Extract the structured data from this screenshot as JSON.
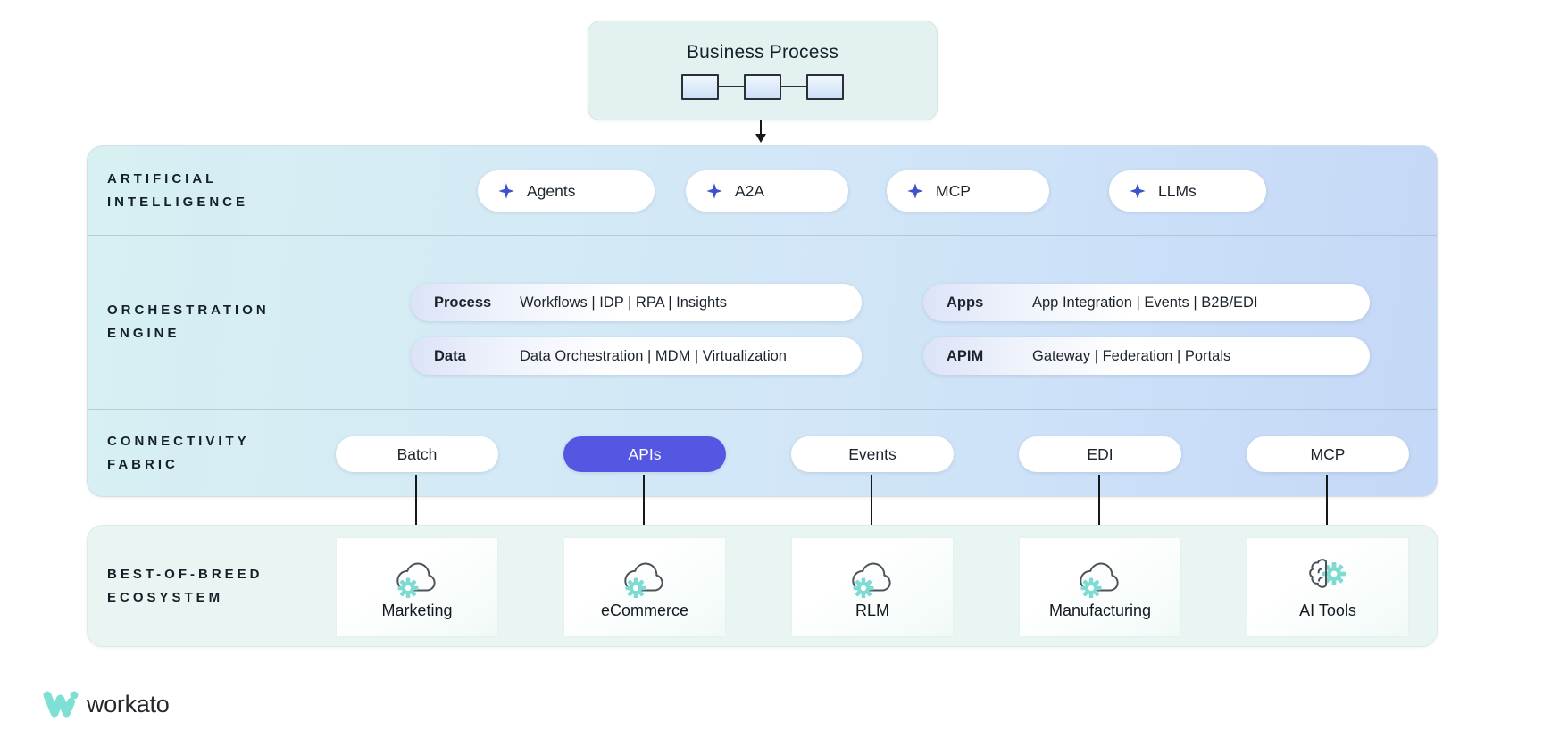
{
  "business_process": {
    "title": "Business Process"
  },
  "layers": {
    "ai": {
      "label_line1": "ARTIFICIAL",
      "label_line2": "INTELLIGENCE",
      "pills": [
        {
          "label": "Agents",
          "icon": "sparkle-icon"
        },
        {
          "label": "A2A",
          "icon": "sparkle-icon"
        },
        {
          "label": "MCP",
          "icon": "sparkle-icon"
        },
        {
          "label": "LLMs",
          "icon": "sparkle-icon"
        }
      ]
    },
    "orchestration": {
      "label_line1": "ORCHESTRATION",
      "label_line2": "ENGINE",
      "pills": [
        {
          "tag": "Process",
          "text": "Workflows | IDP | RPA | Insights"
        },
        {
          "tag": "Apps",
          "text": "App Integration | Events | B2B/EDI"
        },
        {
          "tag": "Data",
          "text": "Data Orchestration | MDM | Virtualization"
        },
        {
          "tag": "APIM",
          "text": "Gateway | Federation | Portals"
        }
      ]
    },
    "connectivity": {
      "label_line1": "CONNECTIVITY",
      "label_line2": "FABRIC",
      "pills": [
        {
          "label": "Batch",
          "active": false
        },
        {
          "label": "APIs",
          "active": true
        },
        {
          "label": "Events",
          "active": false
        },
        {
          "label": "EDI",
          "active": false
        },
        {
          "label": "MCP",
          "active": false
        }
      ]
    },
    "ecosystem": {
      "label_line1": "BEST-OF-BREED",
      "label_line2": "ECOSYSTEM",
      "cards": [
        {
          "label": "Marketing",
          "icon": "cloud-gear-icon"
        },
        {
          "label": "eCommerce",
          "icon": "cloud-gear-icon"
        },
        {
          "label": "RLM",
          "icon": "cloud-gear-icon"
        },
        {
          "label": "Manufacturing",
          "icon": "cloud-gear-icon"
        },
        {
          "label": "AI Tools",
          "icon": "brain-gear-icon"
        }
      ]
    }
  },
  "colors": {
    "active_pill": "#5457e2",
    "sparkle_icon": "#4052cb",
    "brand_teal": "#7de0d2",
    "arrow": "#15181b",
    "main_gradient_left": "#d7f0f2",
    "main_gradient_right": "#c4d8f7",
    "ecosystem_bg": "#e9f5f2",
    "business_box_bg": "#e3f2f0"
  },
  "logo": {
    "brand": "workato"
  }
}
